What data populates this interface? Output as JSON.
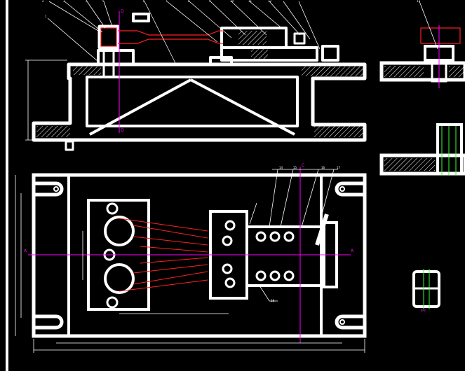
{
  "drawing": {
    "background": "#000000",
    "colors": {
      "outline": "#ffffff",
      "center_line": "#ff00ff",
      "red_line": "#ff2020",
      "green_line": "#33ff33"
    },
    "callouts": {
      "top": [
        "2",
        "3",
        "4",
        "5",
        "6",
        "7",
        "8",
        "9",
        "10",
        "11",
        "12",
        "1"
      ],
      "right_top": "13",
      "plan": [
        "14",
        "15",
        "16",
        "17",
        "18"
      ]
    },
    "section_marks": {
      "d_top": "D",
      "d_bottom": "D",
      "c_top": "C",
      "a_left": "A",
      "a_right": "A",
      "detail": "B-B"
    }
  }
}
